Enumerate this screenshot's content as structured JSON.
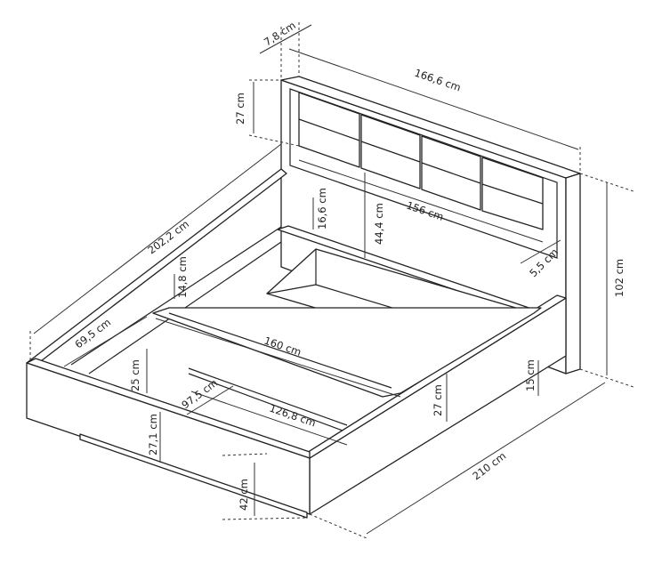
{
  "dimensions": {
    "headboard_depth": "7,8 cm",
    "headboard_width": "166,6 cm",
    "headboard_panel_height": "27 cm",
    "shelf_height": "16,6 cm",
    "headboard_inner_height": "44,4 cm",
    "headboard_inner_width": "156 cm",
    "shelf_depth": "5,5 cm",
    "total_height": "102 cm",
    "total_length_inner": "202,2 cm",
    "rail_height": "14,8 cm",
    "storage_depth": "69,5 cm",
    "mattress_width": "160 cm",
    "storage_height": "25 cm",
    "drawer_width": "97,5 cm",
    "drawer_length": "126,8 cm",
    "side_height": "27 cm",
    "leg_height": "15 cm",
    "footboard_height": "27,1 cm",
    "total_length": "210 cm",
    "bed_height": "42 cm"
  }
}
